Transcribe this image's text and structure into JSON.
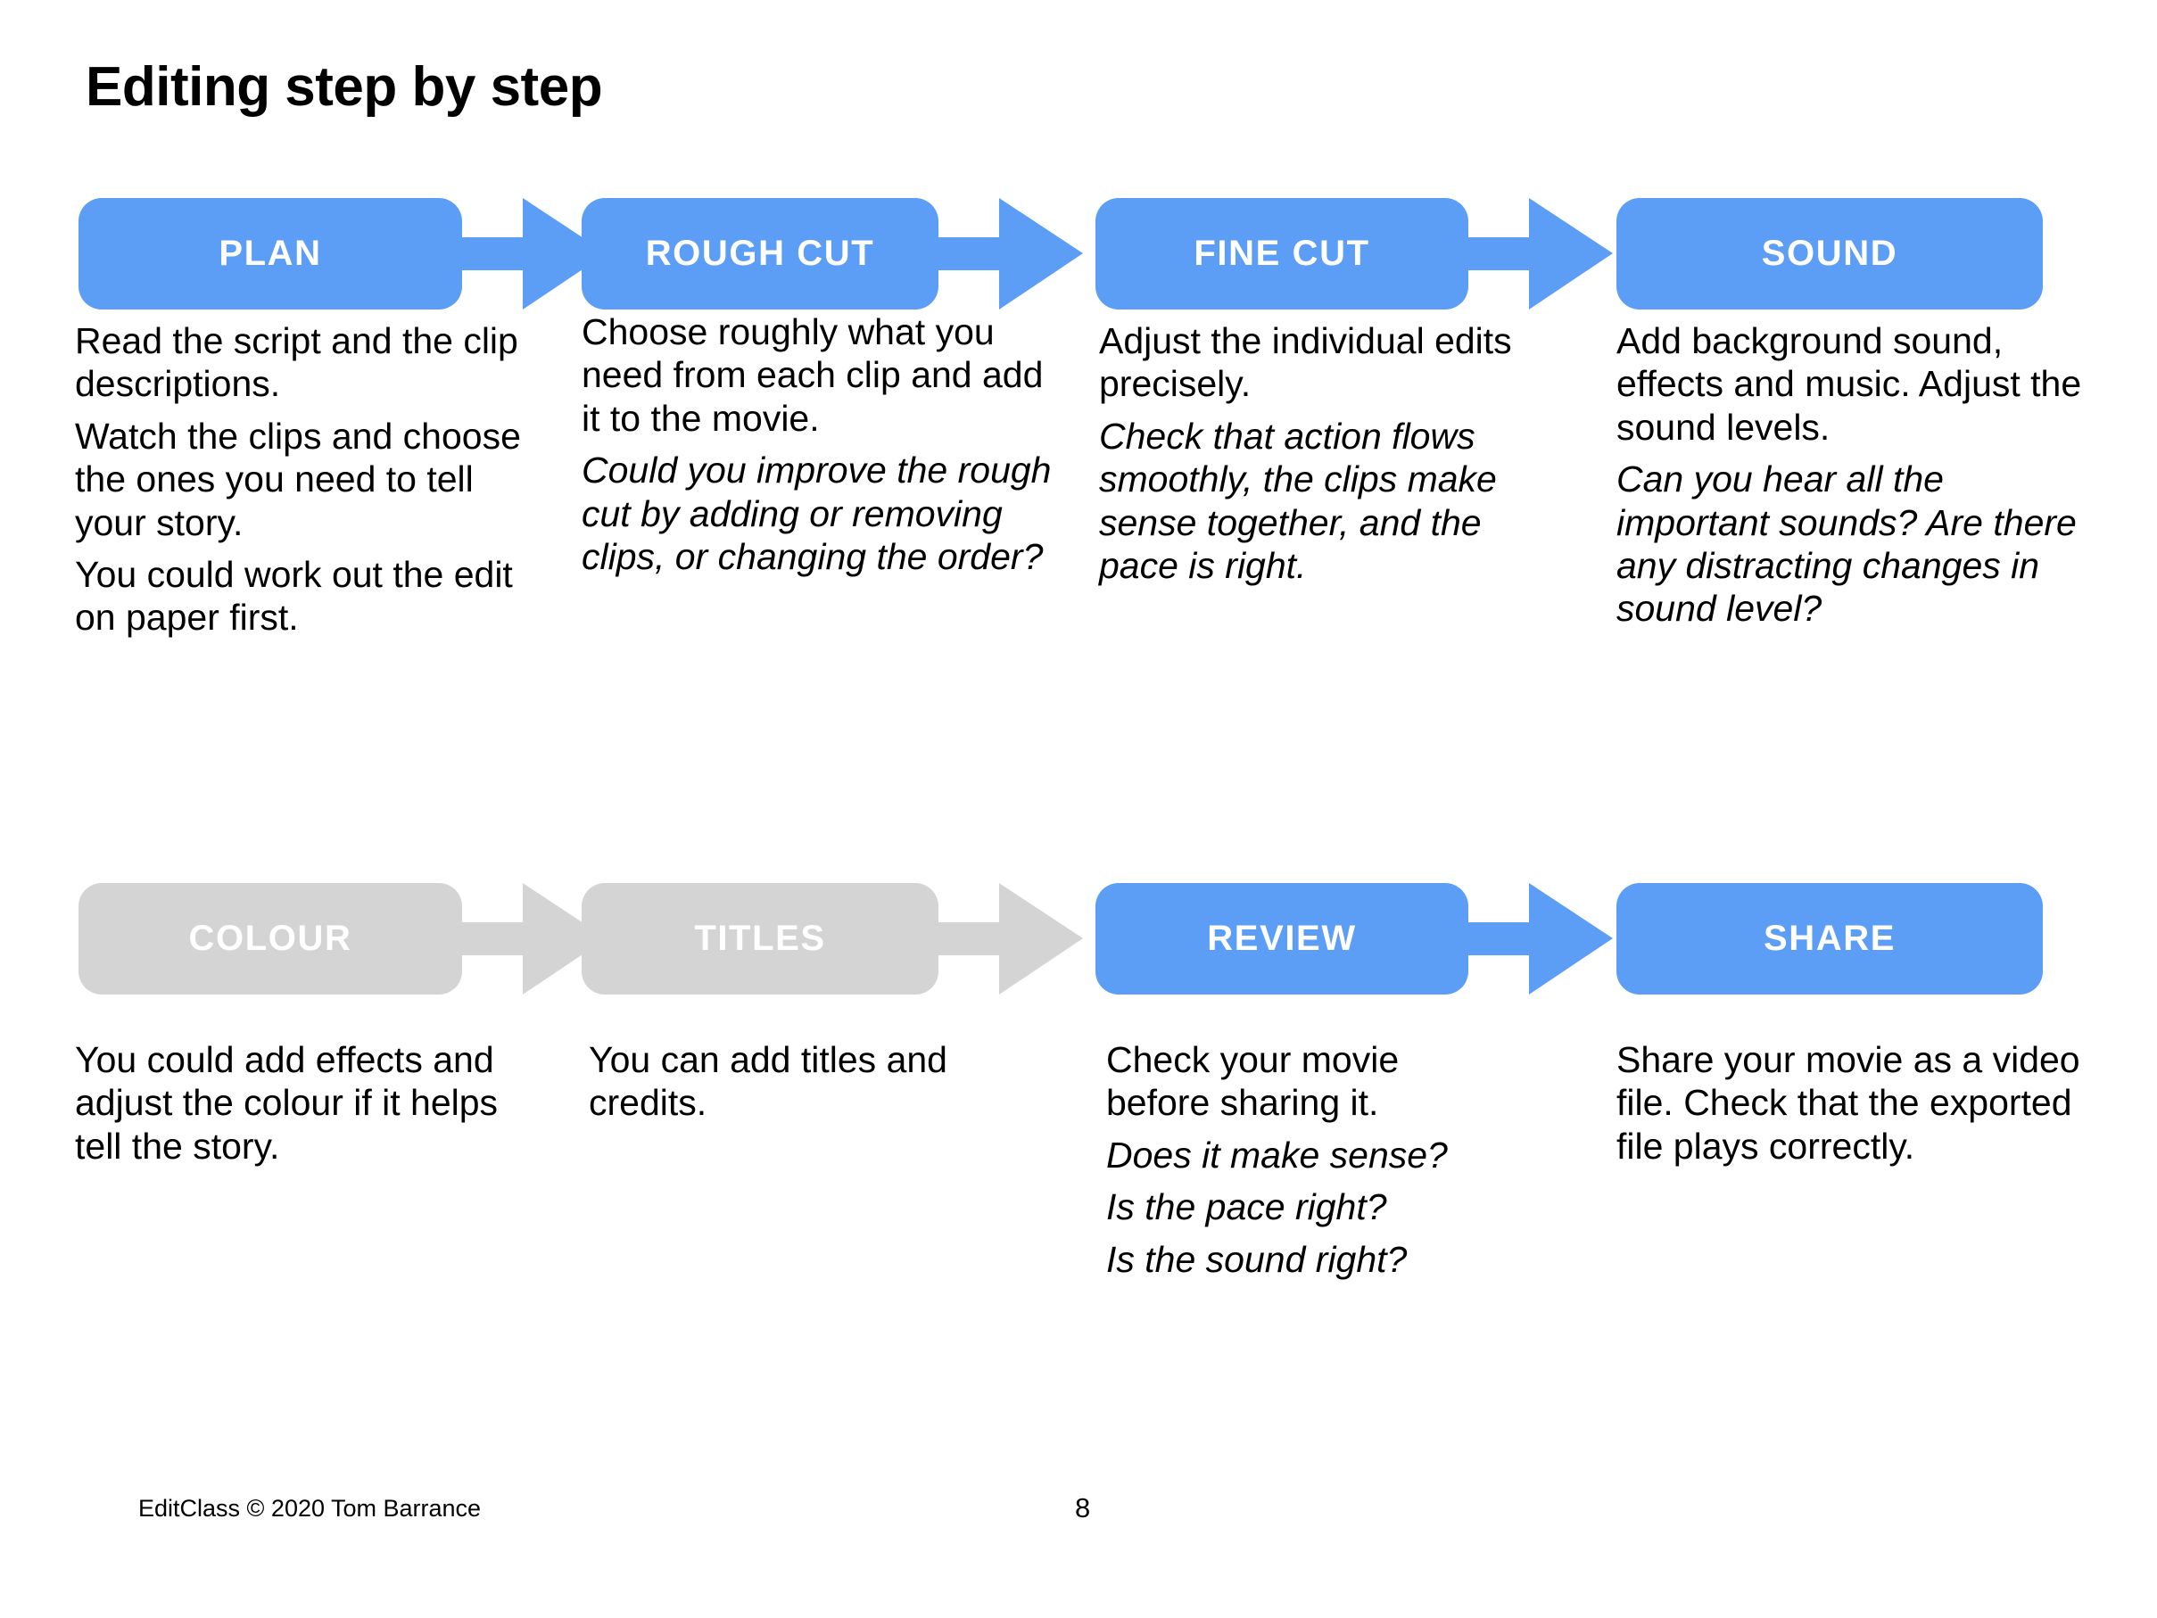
{
  "slide": {
    "title": "Editing step by step",
    "accent_color": "#5C9DF5",
    "muted_color": "#D4D4D4",
    "background_color": "#FFFFFF"
  },
  "rows": [
    {
      "name": "row-1",
      "steps": [
        {
          "label": "PLAN",
          "state": "active",
          "color": "#5C9DF5",
          "arrow_after": true,
          "arrow_color": "#5C9DF5",
          "body": [
            {
              "text": "Read the script and the clip descriptions.",
              "style": "normal"
            },
            {
              "text": "Watch the clips and choose the ones you need to tell your story.",
              "style": "normal"
            },
            {
              "text": "You could work out the edit on paper first.",
              "style": "normal"
            }
          ]
        },
        {
          "label": "ROUGH CUT",
          "state": "active",
          "color": "#5C9DF5",
          "arrow_after": true,
          "arrow_color": "#5C9DF5",
          "body": [
            {
              "text": "Choose roughly what you need from each clip and add it to the movie.",
              "style": "normal"
            },
            {
              "text": "Could you improve the rough cut by adding or removing clips, or changing the order?",
              "style": "italic"
            }
          ]
        },
        {
          "label": "FINE CUT",
          "state": "active",
          "color": "#5C9DF5",
          "arrow_after": true,
          "arrow_color": "#5C9DF5",
          "body": [
            {
              "text": "Adjust the individual edits precisely.",
              "style": "normal"
            },
            {
              "text": "Check that action flows smoothly, the clips make sense together, and the pace is right.",
              "style": "italic"
            }
          ]
        },
        {
          "label": "SOUND",
          "state": "active",
          "color": "#5C9DF5",
          "arrow_after": false,
          "arrow_color": "#5C9DF5",
          "body": [
            {
              "text": "Add background sound, effects and music. Adjust the sound levels.",
              "style": "normal"
            },
            {
              "text": "Can you hear all the important sounds? Are there any distracting changes in sound level?",
              "style": "italic"
            }
          ]
        }
      ]
    },
    {
      "name": "row-2",
      "steps": [
        {
          "label": "COLOUR",
          "state": "optional",
          "color": "#D4D4D4",
          "arrow_after": true,
          "arrow_color": "#D4D4D4",
          "body": [
            {
              "text": "You could add effects and adjust the colour if it helps tell the story.",
              "style": "normal"
            }
          ]
        },
        {
          "label": "TITLES",
          "state": "optional",
          "color": "#D4D4D4",
          "arrow_after": true,
          "arrow_color": "#D4D4D4",
          "body": [
            {
              "text": "You can add titles and credits.",
              "style": "normal"
            }
          ]
        },
        {
          "label": "REVIEW",
          "state": "active",
          "color": "#5C9DF5",
          "arrow_after": true,
          "arrow_color": "#5C9DF5",
          "body": [
            {
              "text": "Check your movie before sharing it.",
              "style": "normal"
            },
            {
              "text": "Does it make sense?",
              "style": "italic"
            },
            {
              "text": "Is the pace right?",
              "style": "italic"
            },
            {
              "text": "Is the sound right?",
              "style": "italic"
            }
          ]
        },
        {
          "label": "SHARE",
          "state": "active",
          "color": "#5C9DF5",
          "arrow_after": false,
          "arrow_color": "#5C9DF5",
          "body": [
            {
              "text": "Share your movie as a video file. Check that the exported file plays correctly.",
              "style": "normal"
            }
          ]
        }
      ]
    }
  ],
  "footer": {
    "credit": "EditClass © 2020 Tom Barrance",
    "page_number": "8"
  }
}
